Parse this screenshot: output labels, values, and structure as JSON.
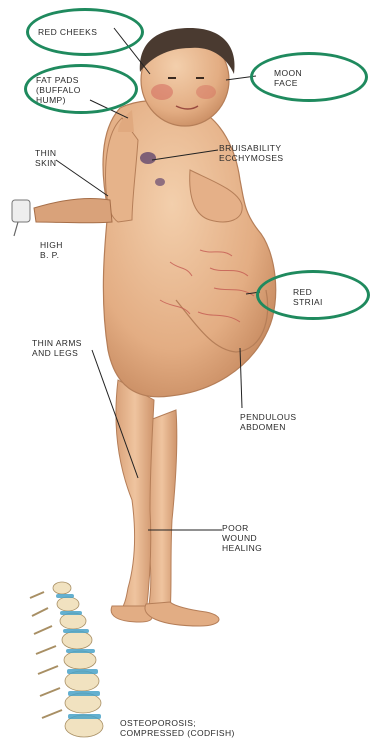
{
  "labels": {
    "red_cheeks": "RED CHEEKS",
    "fat_pads": "FAT PADS\n(BUFFALO\nHUMP)",
    "moon_face": "MOON\nFACE",
    "thin_skin": "THIN\nSKIN",
    "bruisability": "BRUISABILITY\nECCHYMOSES",
    "high_bp": "HIGH\nB. P.",
    "red_striae": "RED\nSTRIAI",
    "thin_arms_legs": "THIN ARMS\nAND LEGS",
    "pendulous_abdomen": "PENDULOUS\nABDOMEN",
    "poor_wound_healing": "POOR\nWOUND\nHEALING",
    "osteoporosis": "OSTEOPOROSIS;\nCOMPRESSED (CODFISH)"
  },
  "colors": {
    "highlight_ring": "#1f8a5e",
    "skin": "#e9b98f",
    "skin_shadow": "#c98d63",
    "hair": "#4a3a30",
    "spine_disc": "#4aa3c8",
    "spine_bone": "#f1e2c0",
    "text": "#2a2a2a",
    "leader_line": "#222222"
  },
  "icons": [
    "sphygmomanometer-icon"
  ]
}
